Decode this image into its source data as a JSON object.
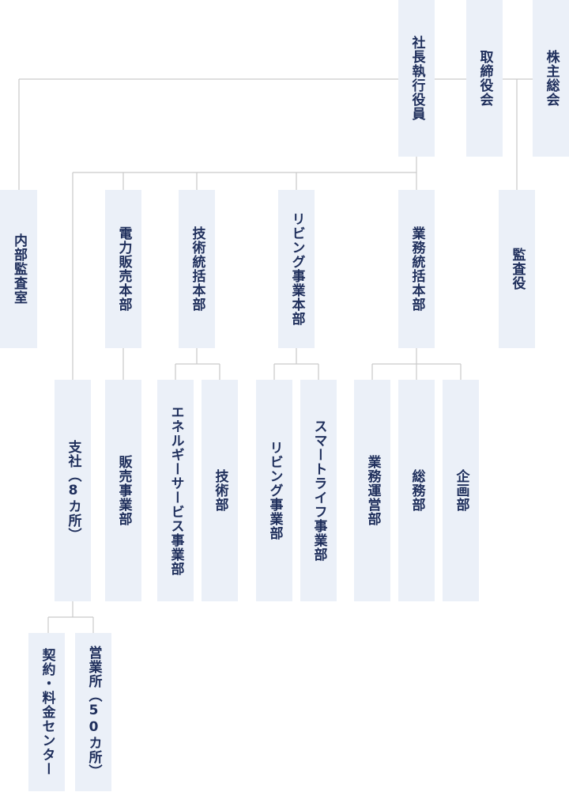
{
  "org_chart": {
    "shareholders": "株主総会",
    "board": "取締役会",
    "president": "社長執行役員",
    "auditors": "監査役",
    "internal_audit": "内部監査室",
    "branches": "支社（8カ所）",
    "power_sales_hq": "電力販売本部",
    "technology_hq": "技術統括本部",
    "living_hq": "リビング事業本部",
    "operations_hq": "業務統括本部",
    "sales_dept": "販売事業部",
    "energy_service_dept": "エネルギーサービス事業部",
    "technology_dept": "技術部",
    "living_dept": "リビング事業部",
    "smart_life_dept": "スマートライフ事業部",
    "business_ops_dept": "業務運営部",
    "general_affairs_dept": "総務部",
    "planning_dept": "企画部",
    "contract_center": "契約・料金センター",
    "sales_offices": "営業所（50カ所）"
  }
}
